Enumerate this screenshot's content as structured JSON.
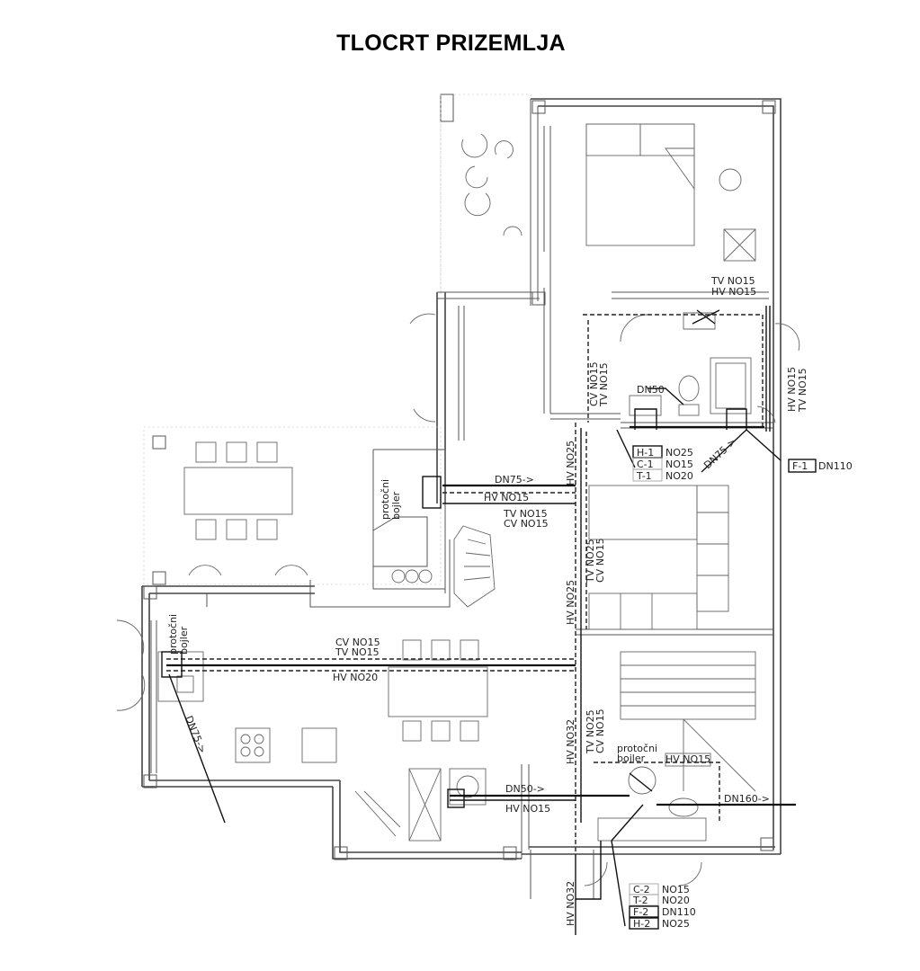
{
  "title": "TLOCRT PRIZEMLJA",
  "labels": {
    "tv_no15_a": "TV  NO15",
    "hv_no15_a": "HV  NO15",
    "hv_no15_r": "HV  NO15",
    "tv_no15_r": "TV  NO15",
    "dn50_top": "DN50",
    "hv_no25_top": "HV  NO25",
    "cv_no15_v1": "CV  NO15",
    "tv_no15_v1": "TV  NO15",
    "dn75_mid": "DN75->",
    "dn75_diag": "DN75->",
    "hv_no15_mid": "HV  NO15",
    "tv_no15_mid": "TV  NO15",
    "cv_no15_mid": "CV  NO15",
    "protocni1_a": "protočni",
    "protocni1_b": "bojler",
    "tv_no25_v2": "TV  NO25",
    "cv_no15_v2": "CV  NO15",
    "hv_no25_mid": "HV  NO25",
    "protocni2_a": "protočni",
    "protocni2_b": "bojler",
    "cv_no15_k": "CV  NO15",
    "tv_no15_k": "TV  NO15",
    "hv_no20_k": "HV  NO20",
    "dn75_left": "DN75->",
    "tv_no25_v3": "TV  NO25",
    "cv_no15_v3": "CV  NO15",
    "hv_no32_a": "HV  NO32",
    "protocni3_a": "protočni",
    "protocni3_b": "bojler",
    "hv_no15_b": "HV  NO15",
    "dn160": "DN160->",
    "dn50_bot": "DN50->",
    "hv_no15_bot": "HV  NO15",
    "hv_no32_b": "HV  NO32"
  },
  "legend1": [
    {
      "code": "H-1",
      "value": "NO25"
    },
    {
      "code": "C-1",
      "value": "NO15"
    },
    {
      "code": "T-1",
      "value": "NO20"
    }
  ],
  "riser1": {
    "code": "F-1",
    "value": "DN110"
  },
  "legend2": [
    {
      "code": "C-2",
      "value": "NO15"
    },
    {
      "code": "T-2",
      "value": "NO20"
    },
    {
      "code": "F-2",
      "value": "DN110"
    },
    {
      "code": "H-2",
      "value": "NO25"
    }
  ]
}
